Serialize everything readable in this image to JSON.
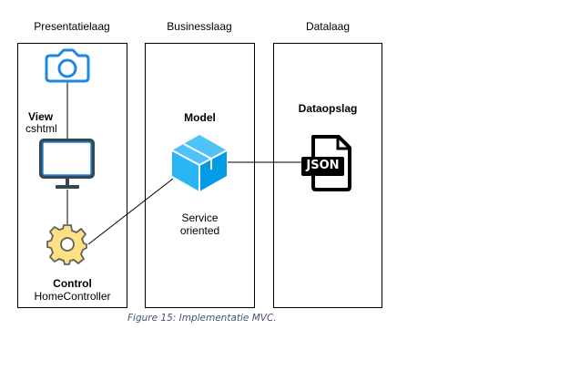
{
  "layers": [
    {
      "title": "Presentatielaag"
    },
    {
      "title": "Businesslaag"
    },
    {
      "title": "Datalaag"
    }
  ],
  "presentation": {
    "view": {
      "title": "View",
      "subtitle": "cshtml",
      "icon": "camera-icon",
      "monitor_icon": "monitor-icon"
    },
    "control": {
      "title": "Control",
      "subtitle": "HomeController",
      "icon": "gear-icon"
    }
  },
  "business": {
    "model": {
      "title": "Model",
      "icon": "cube-icon"
    },
    "description": {
      "line1": "Service",
      "line2": "oriented"
    }
  },
  "data": {
    "store": {
      "title": "Dataopslag",
      "icon": "json-file-icon",
      "icon_text": "JSON"
    }
  },
  "caption": "Figure 15: Implementatie MVC.",
  "colors": {
    "icon_blue": "#1e88e5",
    "cube_light": "#29b6f6",
    "cube_dark": "#0288d1",
    "gear_fill": "#ffe082",
    "gear_stroke": "#616161",
    "monitor_fill": "#ffffff",
    "caption": "#44546a"
  }
}
